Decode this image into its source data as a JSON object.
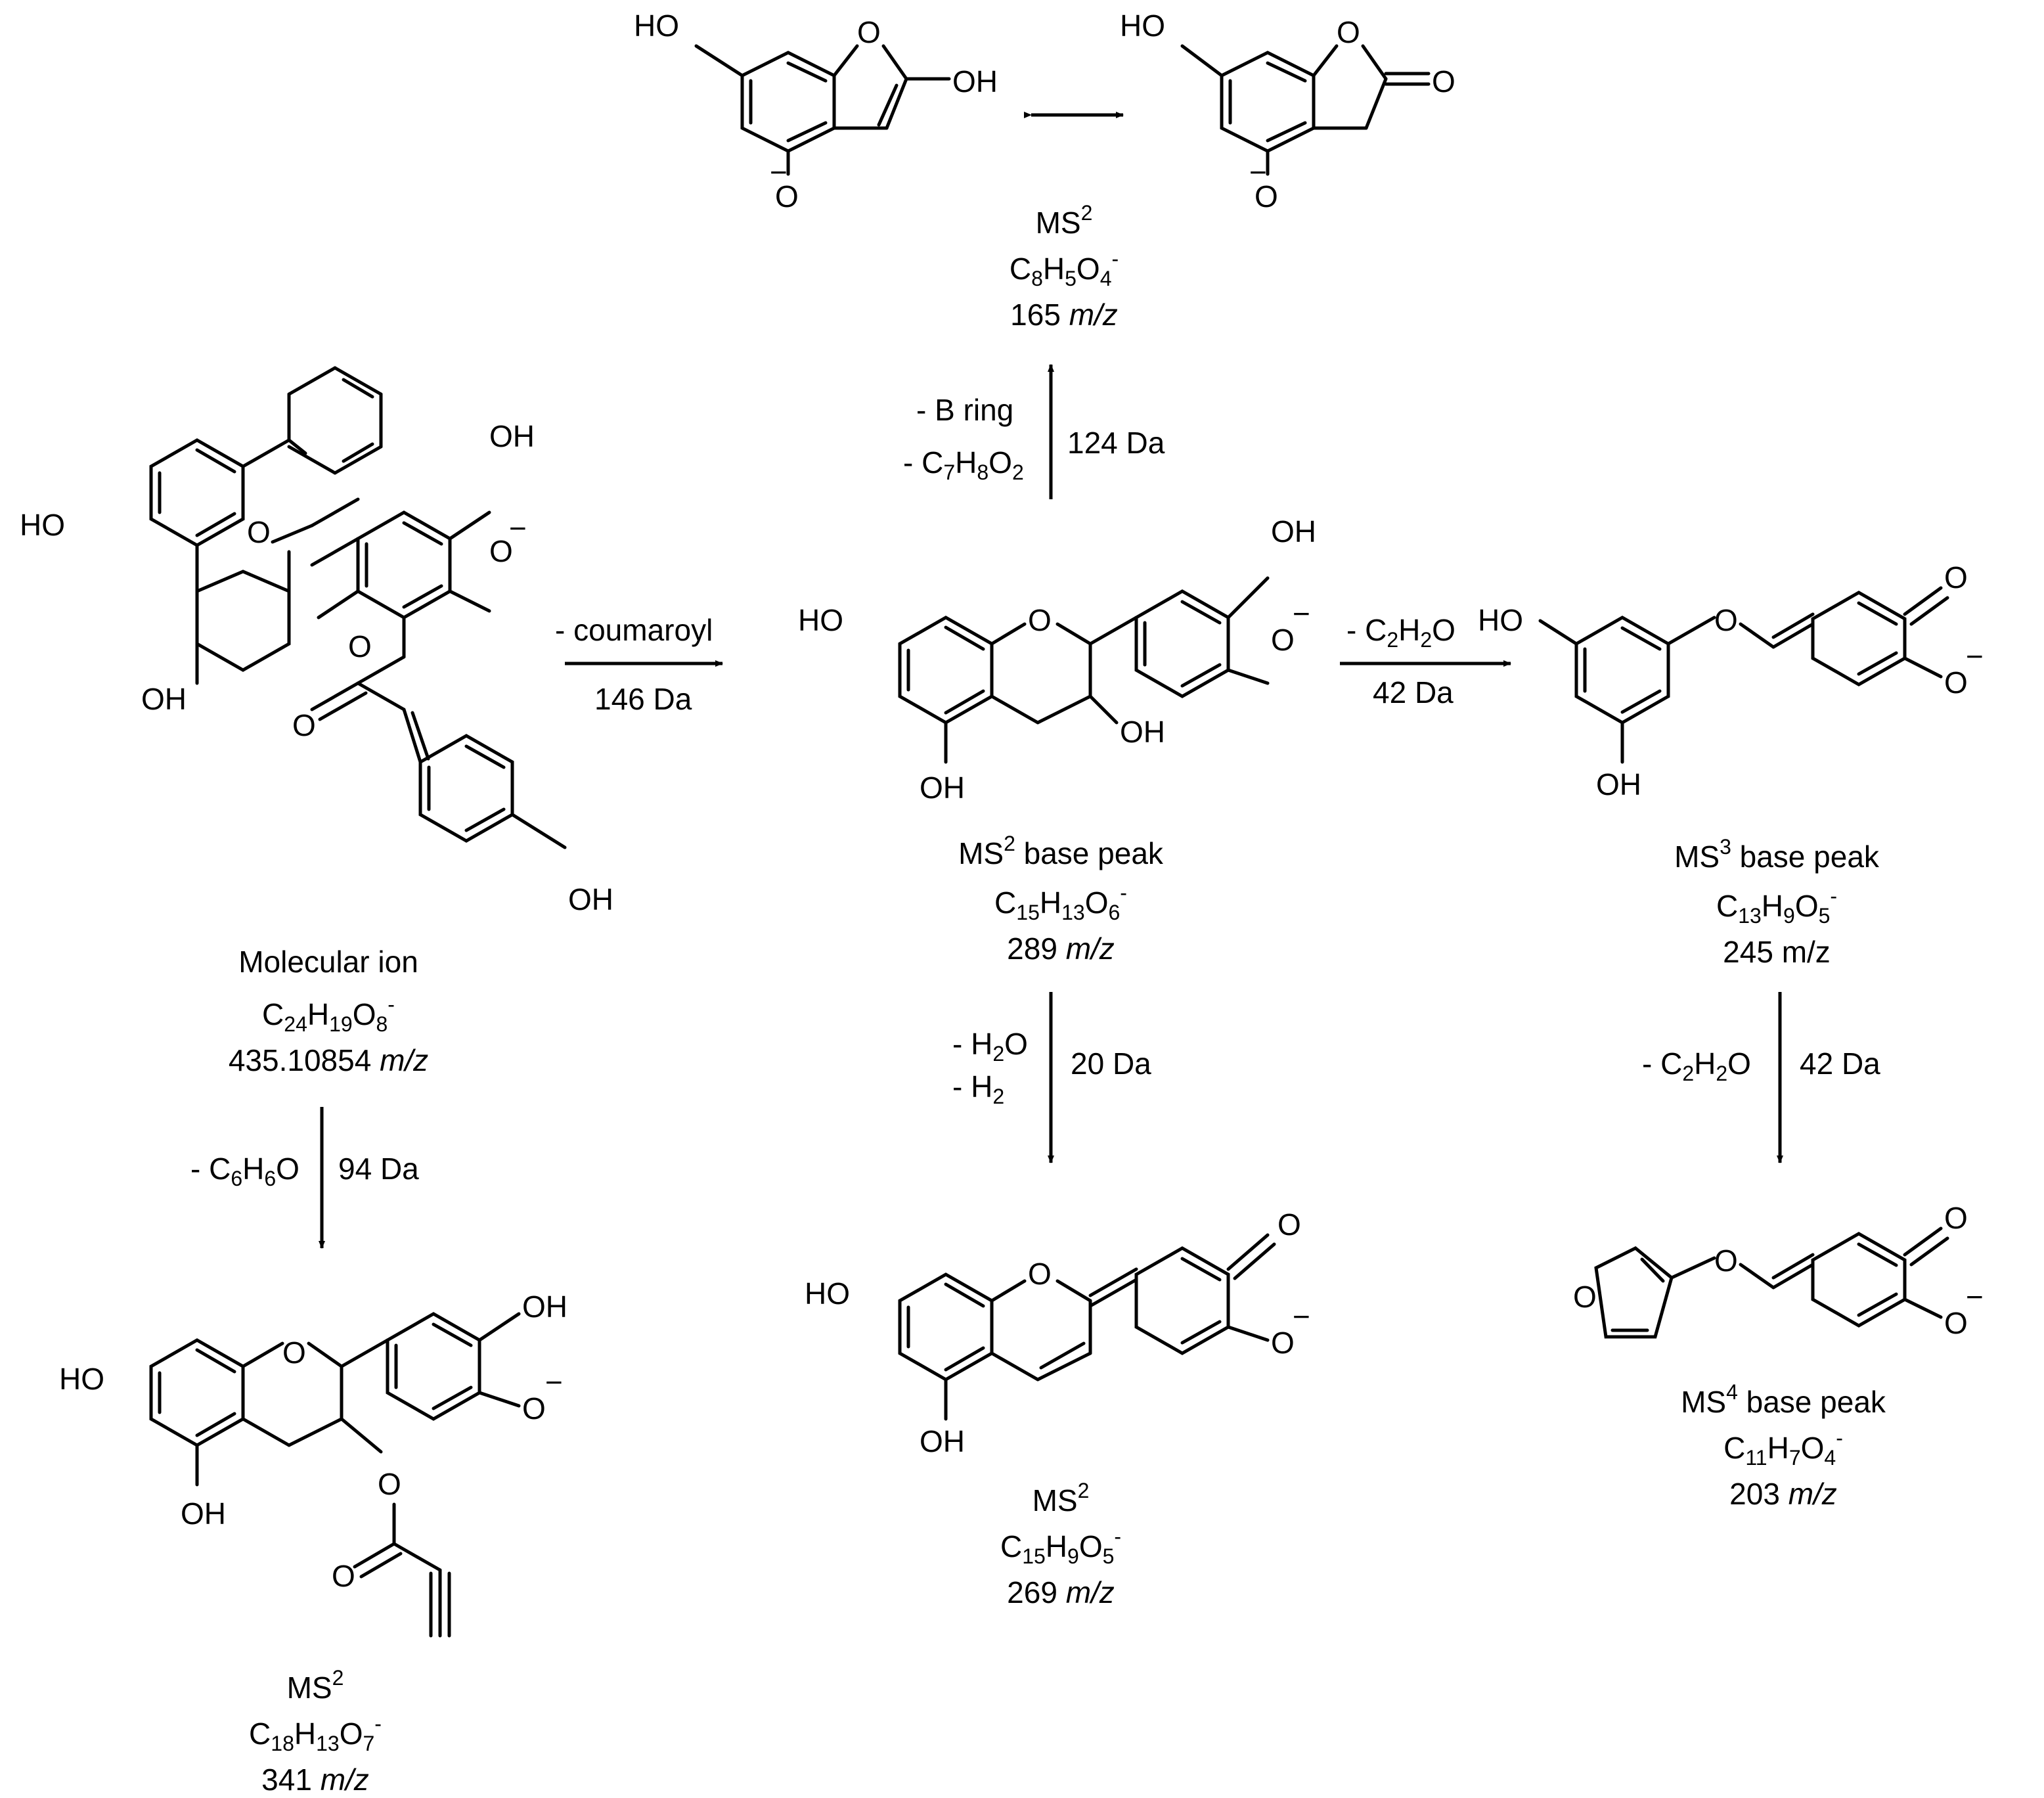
{
  "atoms": {
    "oxygen": "O",
    "hydroxyl": "OH",
    "hydroxyl_left": "HO",
    "anion_charge": "−"
  },
  "compounds": {
    "molecular_ion": {
      "stage": "Molecular ion",
      "formula_parts": [
        "C",
        "24",
        "H",
        "19",
        "O",
        "8",
        "-"
      ],
      "mass_value": "435.10854",
      "mass_unit": "m/z"
    },
    "ms2_341": {
      "stage": "MS",
      "stage_sup": "2",
      "formula_parts": [
        "C",
        "18",
        "H",
        "13",
        "O",
        "7",
        "-"
      ],
      "mass_value": "341",
      "mass_unit": "m/z"
    },
    "ms2_base_289": {
      "stage": "MS",
      "stage_sup": "2",
      "stage_suffix": " base peak",
      "formula_parts": [
        "C",
        "15",
        "H",
        "13",
        "O",
        "6",
        "-"
      ],
      "mass_value": "289",
      "mass_unit": "m/z"
    },
    "ms2_165": {
      "stage": "MS",
      "stage_sup": "2",
      "formula_parts": [
        "C",
        "8",
        "H",
        "5",
        "O",
        "4",
        "-"
      ],
      "mass_value": "165",
      "mass_unit": "m/z"
    },
    "ms2_269": {
      "stage": "MS",
      "stage_sup": "2",
      "formula_parts": [
        "C",
        "15",
        "H",
        "9",
        "O",
        "5",
        "-"
      ],
      "mass_value": "269",
      "mass_unit": "m/z"
    },
    "ms3_base_245": {
      "stage": "MS",
      "stage_sup": "3",
      "stage_suffix": " base peak",
      "formula_parts": [
        "C",
        "13",
        "H",
        "9",
        "O",
        "5",
        "-"
      ],
      "mass_value": "245 m/z"
    },
    "ms4_base_203": {
      "stage": "MS",
      "stage_sup": "4",
      "stage_suffix": " base peak",
      "formula_parts": [
        "C",
        "11",
        "H",
        "7",
        "O",
        "4",
        "-"
      ],
      "mass_value": "203",
      "mass_unit": "m/z"
    }
  },
  "transitions": {
    "coumaroyl_loss": {
      "label": "- coumaroyl",
      "delta": "146 Da"
    },
    "phenol_loss": {
      "label_parts": [
        "- C",
        "6",
        "H",
        "6",
        "O"
      ],
      "delta": "94 Da"
    },
    "b_ring_loss": {
      "label": "- B ring",
      "label2_parts": [
        "- C",
        "7",
        "H",
        "8",
        "O",
        "2"
      ],
      "delta": "124 Da"
    },
    "water_h2_loss": {
      "label_parts": [
        "- H",
        "2",
        "O"
      ],
      "label2_parts": [
        "- H",
        "2"
      ],
      "delta": "20 Da"
    },
    "ketene_loss_1": {
      "label_parts": [
        "- C",
        "2",
        "H",
        "2",
        "O"
      ],
      "delta": "42 Da"
    },
    "ketene_loss_2": {
      "label_parts": [
        "- C",
        "2",
        "H",
        "2",
        "O"
      ],
      "delta": "42 Da"
    }
  }
}
